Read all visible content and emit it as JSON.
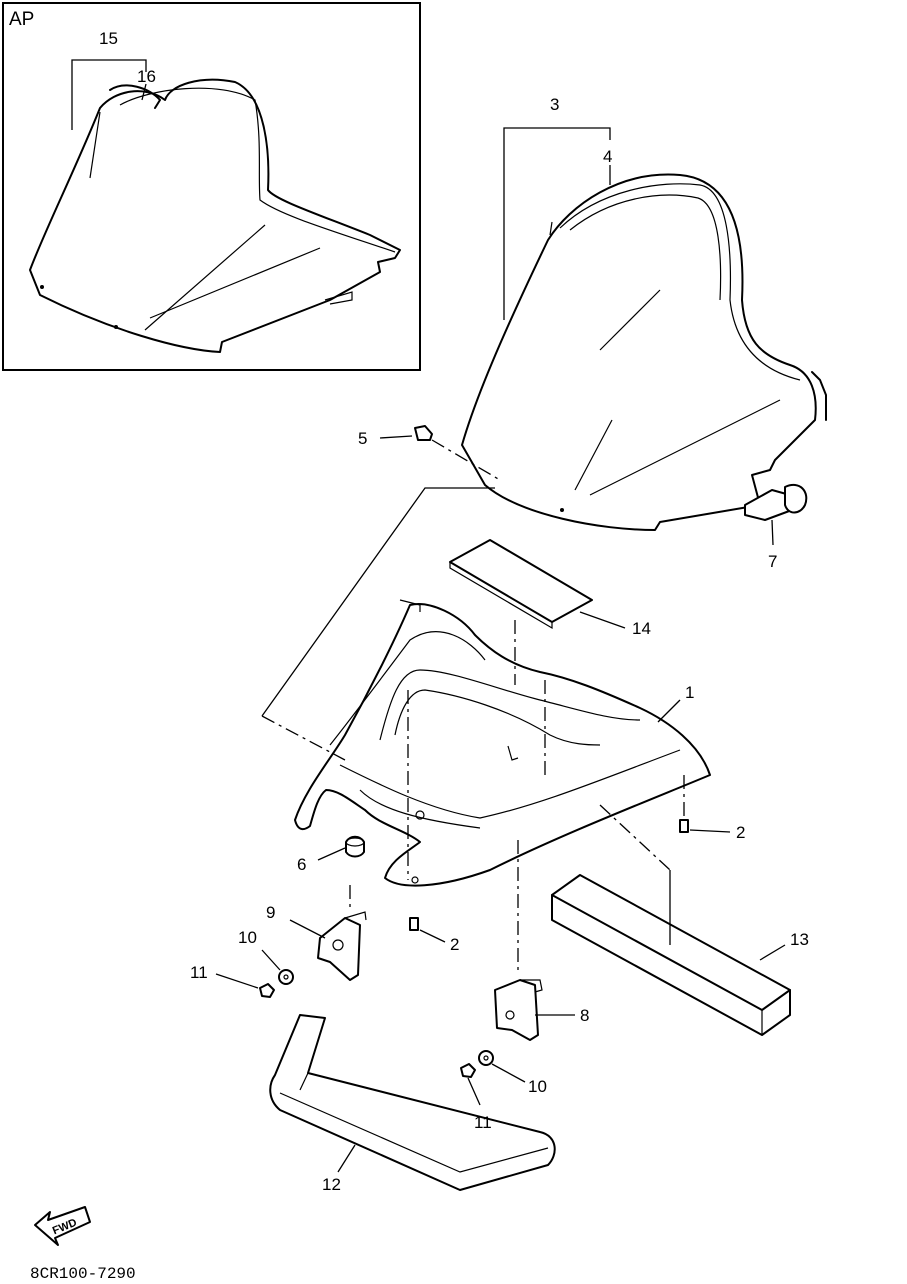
{
  "inset": {
    "label": "AP"
  },
  "callouts": {
    "c1": "1",
    "c2a": "2",
    "c2b": "2",
    "c3": "3",
    "c4": "4",
    "c5": "5",
    "c6": "6",
    "c7": "7",
    "c8": "8",
    "c9": "9",
    "c10a": "10",
    "c10b": "10",
    "c11a": "11",
    "c11b": "11",
    "c12": "12",
    "c13": "13",
    "c14": "14",
    "c15": "15",
    "c16": "16"
  },
  "fwd": {
    "label": "FWD"
  },
  "drawing_code": "8CR100-7290"
}
